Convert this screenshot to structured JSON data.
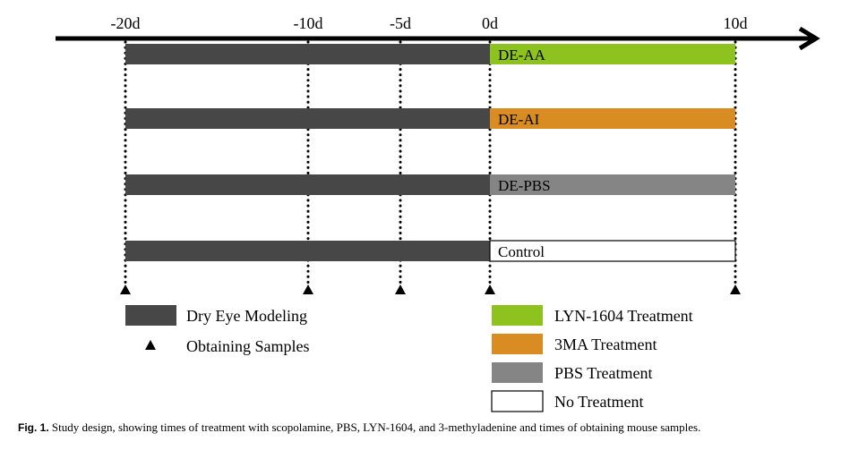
{
  "timeline": {
    "ticks": [
      {
        "label": "-20d",
        "day": -20
      },
      {
        "label": "-10d",
        "day": -10
      },
      {
        "label": "-5d",
        "day": -5
      },
      {
        "label": "0d",
        "day": 0
      },
      {
        "label": "10d",
        "day": 10
      }
    ],
    "sample_days": [
      -20,
      -10,
      -5,
      0,
      10
    ]
  },
  "groups": [
    {
      "label": "DE-AA",
      "model_start": -20,
      "model_end": 0,
      "treat_start": 0,
      "treat_end": 10,
      "treat_color": "#8dc21f",
      "treat_text_color": "#000000"
    },
    {
      "label": "DE-AI",
      "model_start": -20,
      "model_end": 0,
      "treat_start": 0,
      "treat_end": 10,
      "treat_color": "#d98c22",
      "treat_text_color": "#000000"
    },
    {
      "label": "DE-PBS",
      "model_start": -20,
      "model_end": 0,
      "treat_start": 0,
      "treat_end": 10,
      "treat_color": "#858585",
      "treat_text_color": "#000000"
    },
    {
      "label": "Control",
      "model_start": -20,
      "model_end": 0,
      "treat_start": 0,
      "treat_end": 10,
      "treat_color": "#ffffff",
      "treat_text_color": "#000000"
    }
  ],
  "colors": {
    "modeling": "#474747",
    "axis": "#000000"
  },
  "legend": {
    "left": [
      {
        "kind": "box",
        "label": "Dry Eye Modeling",
        "color": "#474747"
      },
      {
        "kind": "triangle",
        "label": "Obtaining Samples",
        "color": "#000000"
      }
    ],
    "right": [
      {
        "kind": "box",
        "label": "LYN-1604 Treatment",
        "color": "#8dc21f"
      },
      {
        "kind": "box",
        "label": "3MA Treatment",
        "color": "#d98c22"
      },
      {
        "kind": "box",
        "label": "PBS Treatment",
        "color": "#858585"
      },
      {
        "kind": "box",
        "label": "No Treatment",
        "color": "#ffffff"
      }
    ]
  },
  "caption": {
    "label": "Fig. 1.",
    "text": " Study design, showing times of treatment with scopolamine, PBS, LYN-1604, and 3-methyladenine and times of obtaining mouse samples."
  }
}
